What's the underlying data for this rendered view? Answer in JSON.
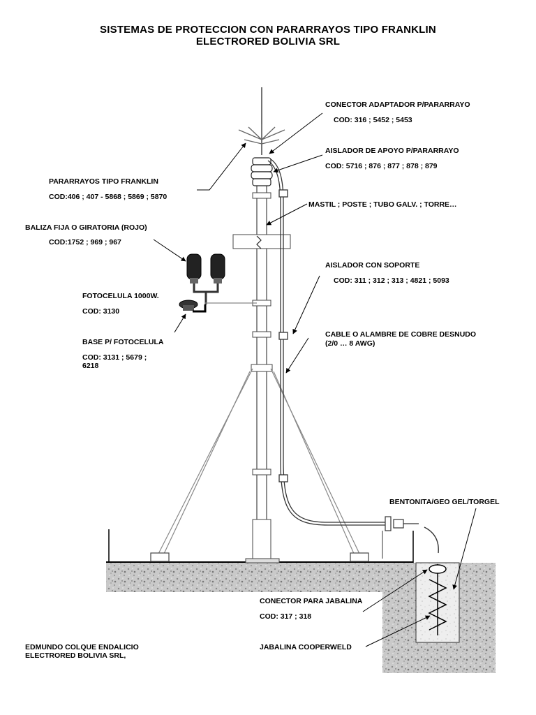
{
  "header": {
    "title_line1": "SISTEMAS DE PROTECCION CON PARARRAYOS TIPO FRANKLIN",
    "title_line2": "ELECTRORED BOLIVIA SRL"
  },
  "labels": {
    "conector_adaptador": {
      "name": "CONECTOR ADAPTADOR P/PARARRAYO",
      "code": "COD: 316 ; 5452 ; 5453"
    },
    "aislador_apoyo": {
      "name": "AISLADOR DE APOYO P/PARARRAYO",
      "code": "COD: 5716 ; 876 ; 877 ; 878 ; 879"
    },
    "pararrayos": {
      "name": "PARARRAYOS TIPO FRANKLIN",
      "code": "COD:406 ; 407  -   5868 ; 5869 ; 5870"
    },
    "mastil": {
      "name": "MASTIL ; POSTE ; TUBO GALV. ; TORRE…"
    },
    "baliza": {
      "name": "BALIZA FIJA  O  GIRATORIA (ROJO)",
      "code": "COD:1752 ; 969 ; 967"
    },
    "aislador_soporte": {
      "name": "AISLADOR CON SOPORTE",
      "code": "COD: 311 ; 312 ; 313 ; 4821 ; 5093"
    },
    "fotocelula": {
      "name": "FOTOCELULA 1000W.",
      "code": "COD: 3130"
    },
    "cable": {
      "name": "CABLE O ALAMBRE DE COBRE DESNUDO",
      "name2": "(2/0 … 8 AWG)"
    },
    "base_fotocelula": {
      "name": "BASE P/ FOTOCELULA",
      "code": "COD: 3131 ; 5679 ;",
      "code2": "6218"
    },
    "bentonita": {
      "name": "BENTONITA/GEO GEL/TORGEL"
    },
    "conector_jabalina": {
      "name": "CONECTOR PARA JABALINA",
      "code": "COD: 317 ; 318"
    },
    "jabalina": {
      "name": "JABALINA COOPERWELD"
    }
  },
  "author": {
    "line1": "EDMUNDO COLQUE ENDALICIO",
    "line2": "ELECTRORED BOLIVIA SRL,"
  }
}
